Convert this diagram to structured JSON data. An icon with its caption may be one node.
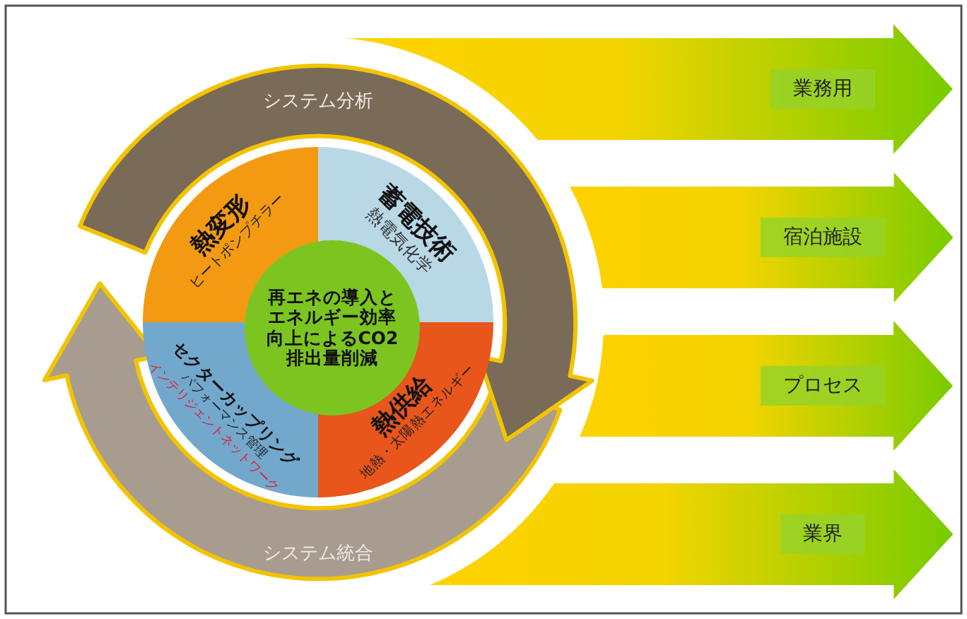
{
  "diagram": {
    "nodes": [
      {
        "text": [
          "システム分析"
        ]
      },
      {
        "text": [
          "熱変形",
          "ヒートポンプチラー"
        ]
      },
      {
        "text": [
          "蓄電技術",
          "熱電気化学"
        ]
      },
      {
        "text": [
          "再エネの導入とエネルギー効率向上によるCO2排出量削減"
        ]
      },
      {
        "text": [
          "セクターカップリング",
          "パフォーマンス管理",
          "インテリジェントネットワーク"
        ]
      },
      {
        "text": [
          "熱供給",
          "地熱・太陽熱エネルギー"
        ]
      },
      {
        "text": [
          "システム統合"
        ]
      },
      {
        "text": [
          "業務用"
        ]
      },
      {
        "text": [
          "宿泊施設"
        ]
      },
      {
        "text": [
          "プロセス"
        ]
      },
      {
        "text": [
          "業界"
        ]
      }
    ]
  }
}
